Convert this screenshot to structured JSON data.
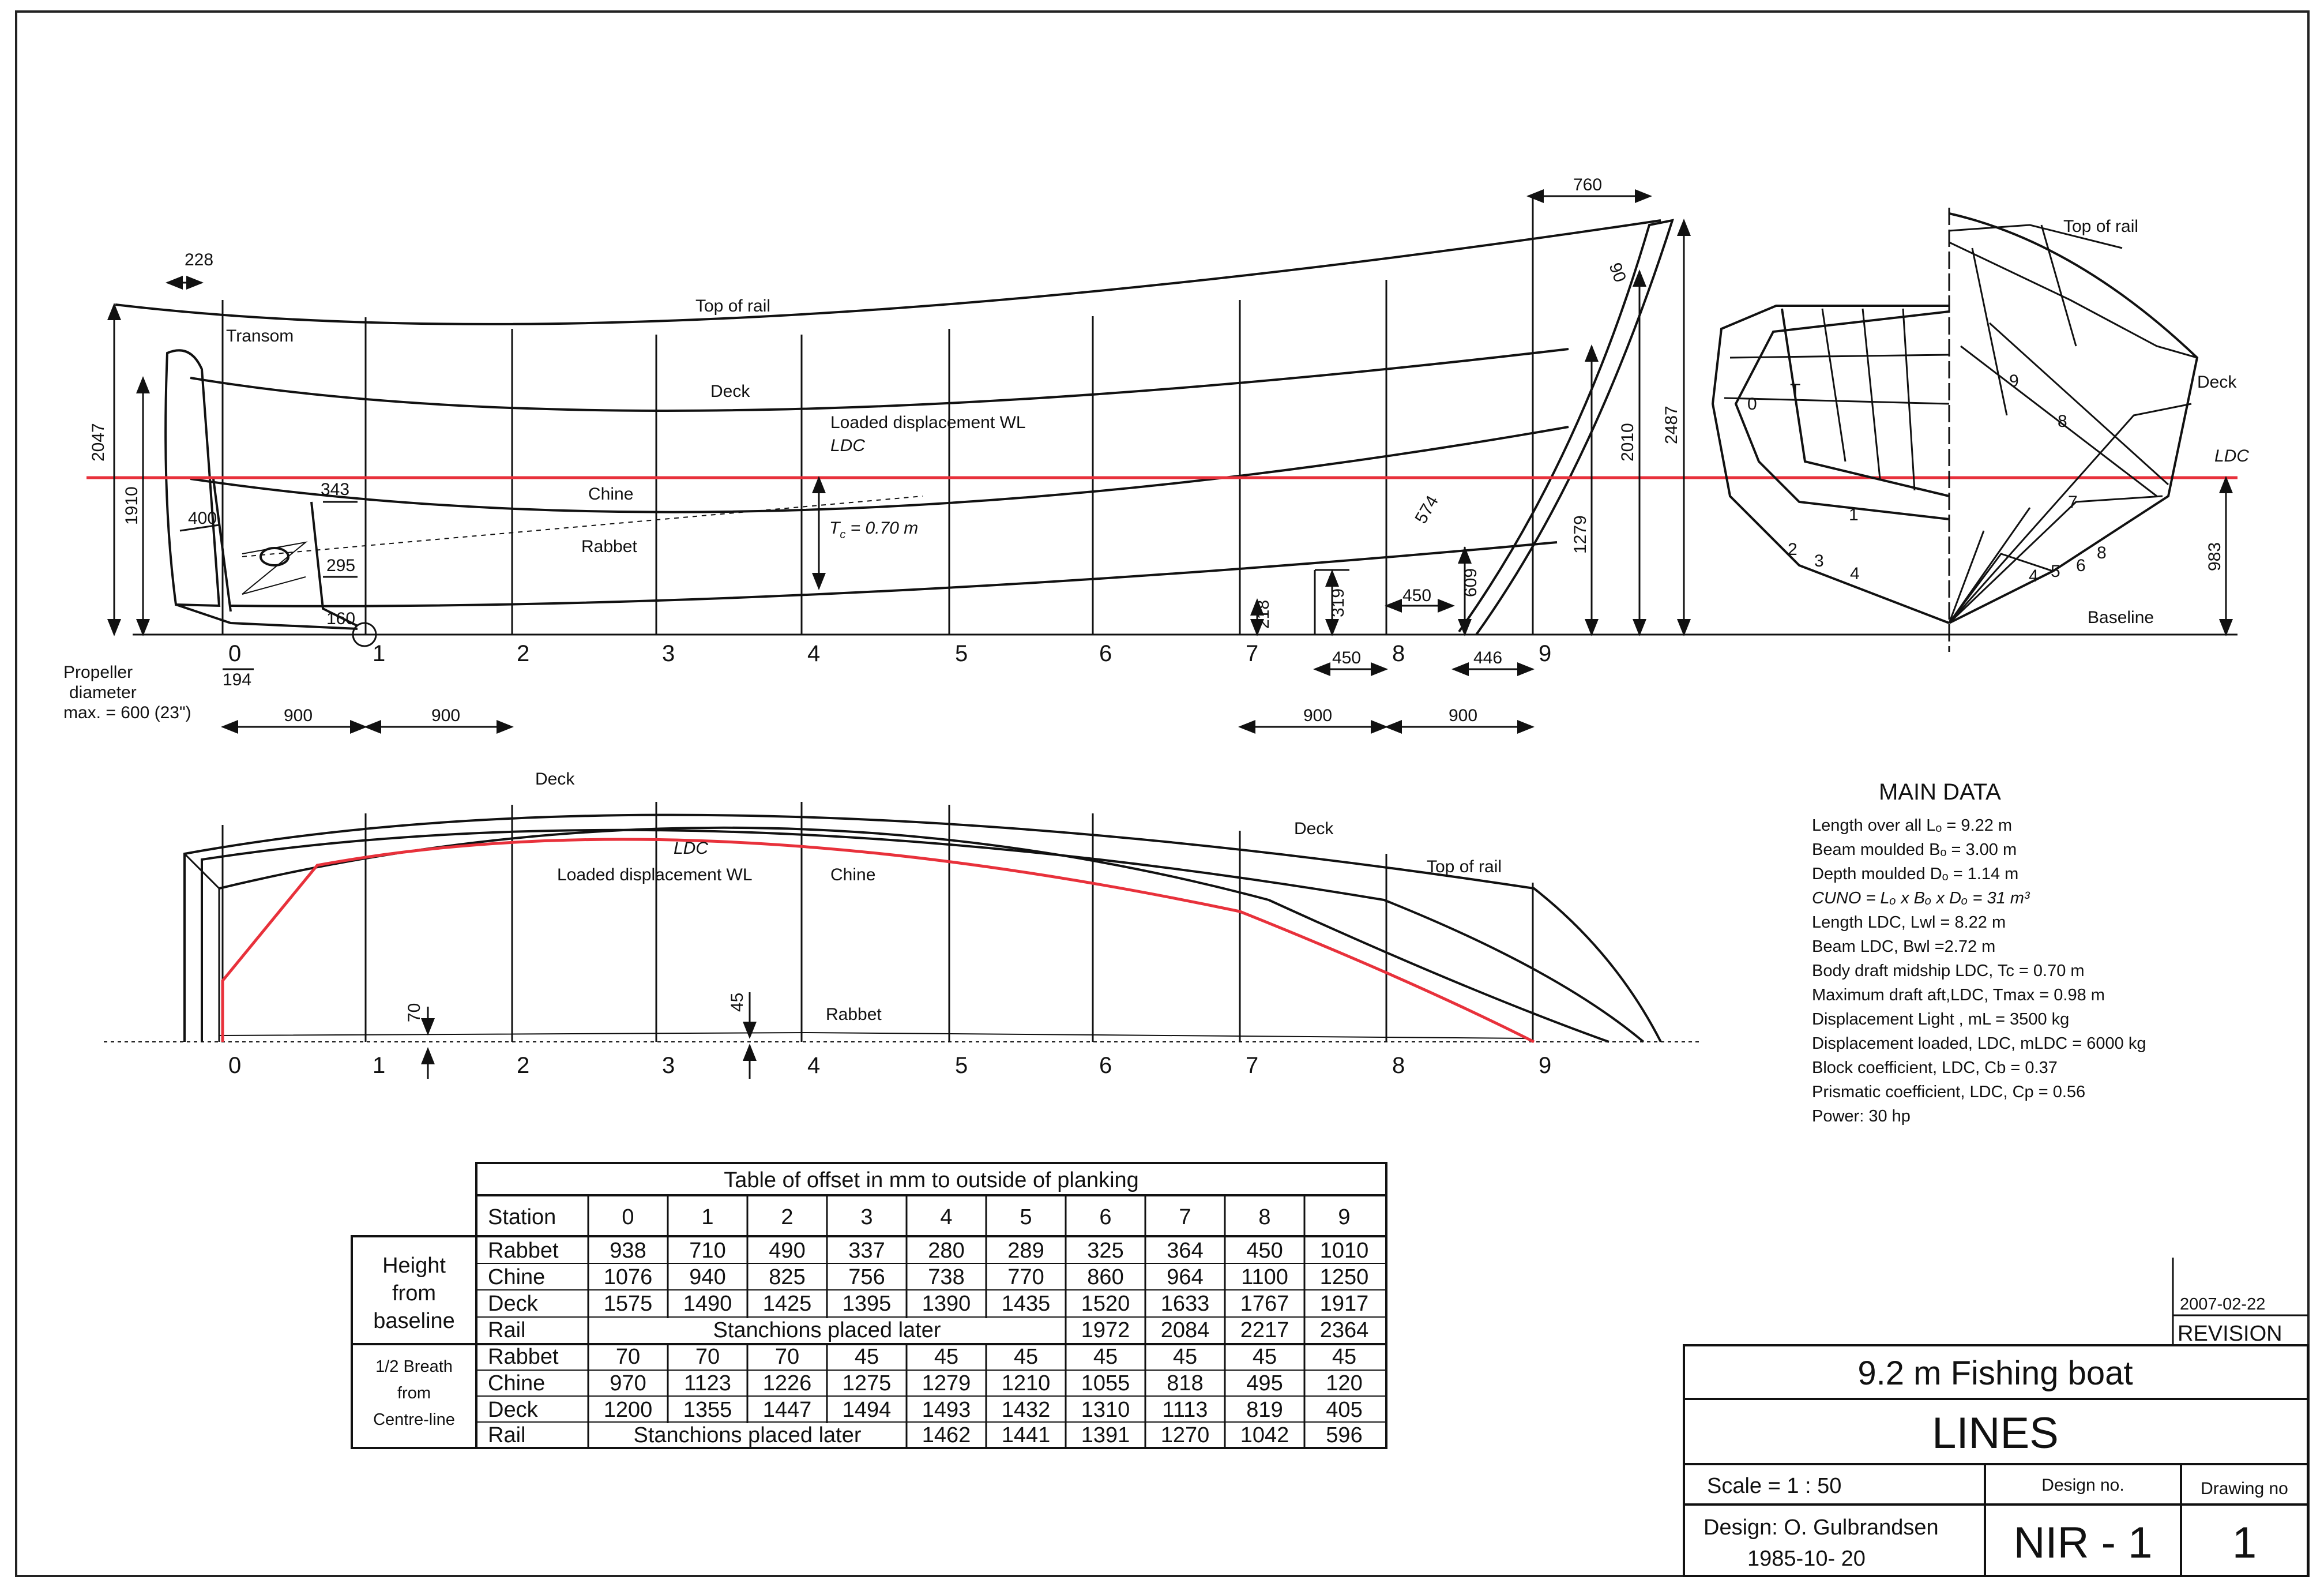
{
  "labels": {
    "transom": "Transom",
    "top_of_rail": "Top of rail",
    "deck": "Deck",
    "loaded_wl": "Loaded displacement WL",
    "ldc": "LDC",
    "chine": "Chine",
    "rabbet": "Rabbet",
    "tc": "T",
    "tc_sub": "c",
    "tc_val": " = 0.70 m",
    "propeller_1": "Propeller",
    "propeller_2": "diameter",
    "propeller_3": "max. = 600 (23\")",
    "baseline": "Baseline"
  },
  "dims": {
    "d228": "228",
    "d760": "760",
    "d2047": "2047",
    "d1910": "1910",
    "d343": "343",
    "d400": "400",
    "d295": "295",
    "d160": "160",
    "d194": "194",
    "d900a": "900",
    "d900b": "900",
    "d900c": "900",
    "d900d": "900",
    "d2010": "2010",
    "d2487": "2487",
    "d1279": "1279",
    "d90": "90",
    "d218": "218",
    "d319": "319",
    "d450a": "450",
    "d450b": "450",
    "d609": "609",
    "d446": "446",
    "d574": "574",
    "d983": "983",
    "d70": "70",
    "d45": "45"
  },
  "stations": [
    "0",
    "1",
    "2",
    "3",
    "4",
    "5",
    "6",
    "7",
    "8",
    "9"
  ],
  "section_labels": {
    "s9": "9",
    "s8": "8",
    "s7": "7",
    "s6": "6",
    "s5": "5",
    "s4": "4",
    "s3": "3",
    "s2": "2",
    "s1": "1",
    "s0": "0",
    "sT": "T"
  },
  "main_data": {
    "title": "MAIN DATA",
    "lines": [
      "Length over all  Lₒ = 9.22 m",
      "Beam moulded  Bₒ = 3.00 m",
      "Depth moulded  Dₒ =  1.14 m",
      "CUNO = Lₒ x Bₒ x Dₒ = 31 m³",
      "Length LDC,  Lwl = 8.22 m",
      "Beam LDC, Bwl =2.72 m",
      "Body draft midship LDC, Tc = 0.70 m",
      "Maximum draft aft,LDC, Tmax = 0.98 m",
      "Displacement Light , mL = 3500 kg",
      "Displacement loaded, LDC,  mLDC = 6000 kg",
      "Block coefficient, LDC,  Cb = 0.37",
      "Prismatic coefficient, LDC, Cp = 0.56",
      "Power: 30 hp"
    ]
  },
  "offset_table": {
    "title": "Table of offset in mm to outside of planking",
    "station_header": "Station",
    "stations": [
      "0",
      "1",
      "2",
      "3",
      "4",
      "5",
      "6",
      "7",
      "8",
      "9"
    ],
    "group1": [
      "Height",
      "from",
      "baseline"
    ],
    "group2": [
      "1/2 Breath",
      "from",
      "Centre-line"
    ],
    "rows": [
      {
        "name": "Rabbet",
        "values": [
          "938",
          "710",
          "490",
          "337",
          "280",
          "289",
          "325",
          "364",
          "450",
          "1010"
        ]
      },
      {
        "name": "Chine",
        "values": [
          "1076",
          "940",
          "825",
          "756",
          "738",
          "770",
          "860",
          "964",
          "1100",
          "1250"
        ]
      },
      {
        "name": "Deck",
        "values": [
          "1575",
          "1490",
          "1425",
          "1395",
          "1390",
          "1435",
          "1520",
          "1633",
          "1767",
          "1917"
        ]
      },
      {
        "name": "Rail",
        "note": "Stanchions placed later",
        "values": [
          "1972",
          "2084",
          "2217",
          "2364"
        ]
      },
      {
        "name": "Rabbet",
        "values": [
          "70",
          "70",
          "70",
          "45",
          "45",
          "45",
          "45",
          "45",
          "45",
          "45"
        ]
      },
      {
        "name": "Chine",
        "values": [
          "970",
          "1123",
          "1226",
          "1275",
          "1279",
          "1210",
          "1055",
          "818",
          "495",
          "120"
        ]
      },
      {
        "name": "Deck",
        "values": [
          "1200",
          "1355",
          "1447",
          "1494",
          "1493",
          "1432",
          "1310",
          "1113",
          "819",
          "405"
        ]
      },
      {
        "name": "Rail",
        "note": "Stanchions placed later",
        "values": [
          "1462",
          "1441",
          "1391",
          "1270",
          "1042",
          "596"
        ]
      }
    ]
  },
  "title_block": {
    "revision_date": "2007-02-22",
    "revision_label": "REVISION",
    "project": "9.2 m Fishing boat",
    "drawing_title": "LINES",
    "scale": "Scale = 1 : 50",
    "design_no_label": "Design no.",
    "drawing_no_label": "Drawing no",
    "designer": "Design: O. Gulbrandsen",
    "design_date": "1985-10- 20",
    "design_no": "NIR - 1",
    "drawing_no": "1"
  },
  "colors": {
    "waterline": "#e8313b",
    "ink": "#111111"
  }
}
